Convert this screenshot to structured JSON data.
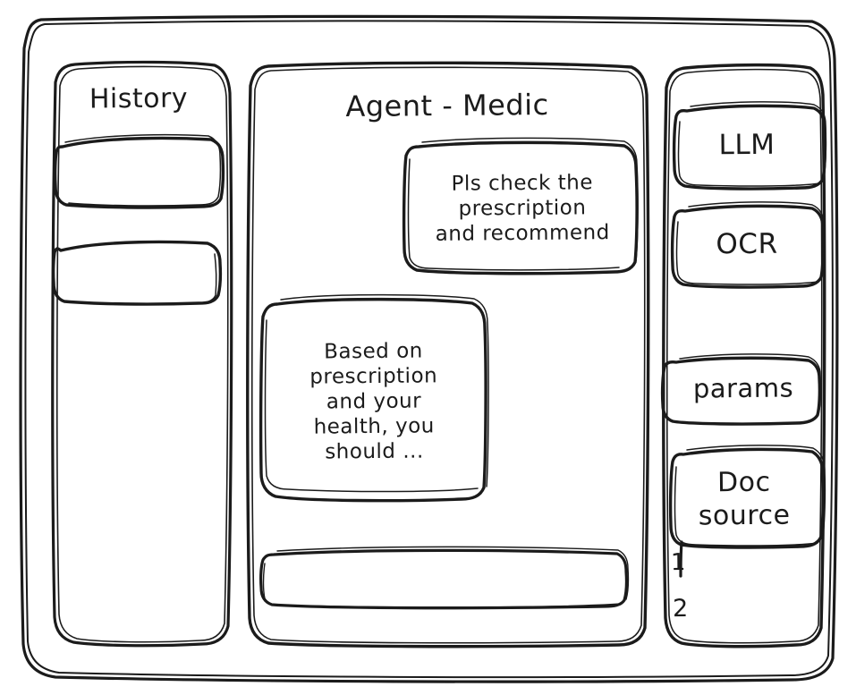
{
  "window": {
    "name": "agent-app-wireframe"
  },
  "sidebar_left": {
    "title": "History",
    "items": [
      {
        "label": ""
      },
      {
        "label": ""
      }
    ]
  },
  "main": {
    "title": "Agent - Medic",
    "messages": [
      {
        "role": "user",
        "text": "Pls check the\nprescription\nand recommend"
      },
      {
        "role": "assistant",
        "text": "Based on\nprescription\nand your\nhealth, you\nshould ..."
      }
    ],
    "composer": {
      "value": "",
      "placeholder": ""
    }
  },
  "sidebar_right": {
    "buttons": [
      {
        "label": "LLM"
      },
      {
        "label": "OCR"
      },
      {
        "label": "params"
      },
      {
        "label": "Doc\nsource"
      }
    ],
    "source_list": [
      {
        "marker": "1"
      },
      {
        "marker": "2"
      }
    ]
  },
  "colors": {
    "stroke": "#1b1b1b",
    "background": "#ffffff"
  }
}
